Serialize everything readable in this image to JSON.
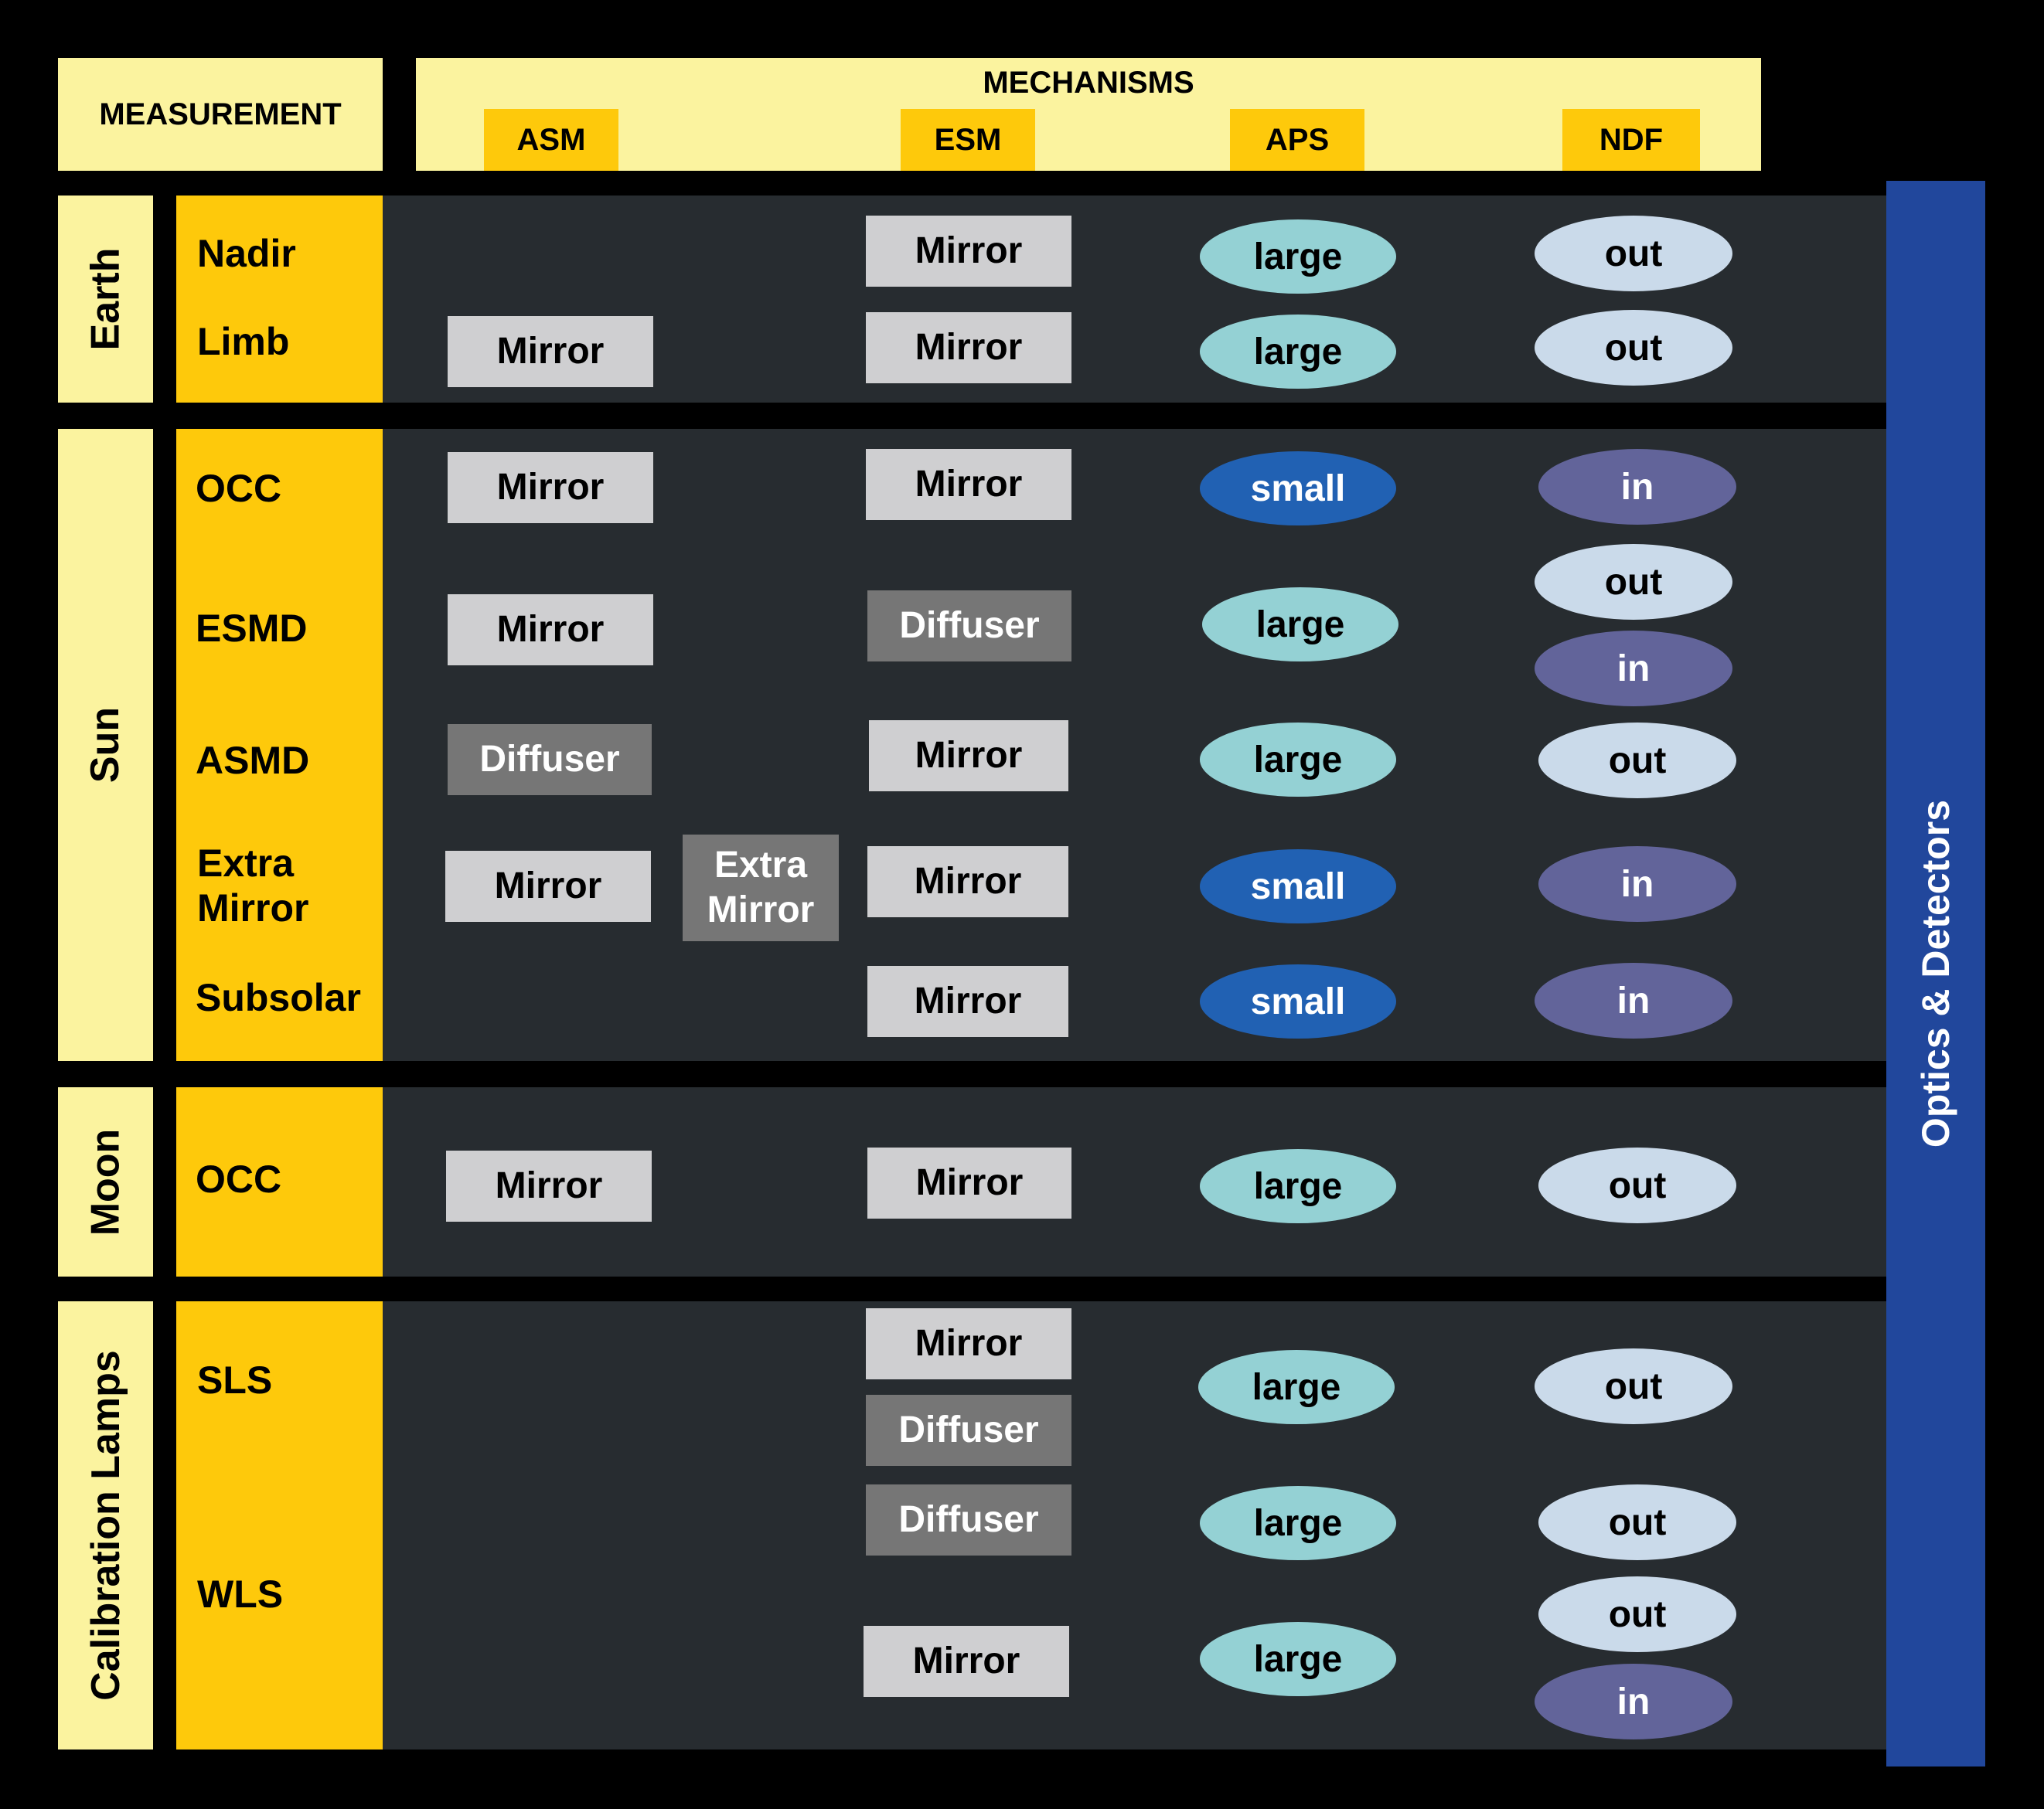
{
  "header": {
    "measurement": "MEASUREMENT",
    "mechanisms": "MECHANISMS",
    "asm": "ASM",
    "esm": "ESM",
    "aps": "APS",
    "ndf": "NDF"
  },
  "categories": {
    "earth": "Earth",
    "sun": "Sun",
    "moon": "Moon",
    "lamps": "Calibration Lamps"
  },
  "measurements": {
    "nadir": "Nadir",
    "limb": "Limb",
    "occ_sun": "OCC",
    "esmd": "ESMD",
    "asmd": "ASMD",
    "extra_mirror": "Extra\nMirror",
    "subsolar": "Subsolar",
    "occ_moon": "OCC",
    "sls": "SLS",
    "wls": "WLS"
  },
  "components": {
    "mirror": "Mirror",
    "diffuser": "Diffuser",
    "extra_mirror": "Extra\nMirror",
    "large": "large",
    "small": "small",
    "out": "out",
    "in": "in"
  },
  "optics": "Optics & Detectors",
  "colors": {
    "nadir": "#6aa624",
    "limb": "#3c9ed8",
    "occ_sun": "#f0e21a",
    "esmd": "#f29a2e",
    "asmd": "#f7ef9a",
    "extra_mirror": "#f0e21a",
    "subsolar": "#f7c86a",
    "occ_moon": "#8cc08c",
    "sls": "#d92225",
    "wls": "#e0575c"
  }
}
